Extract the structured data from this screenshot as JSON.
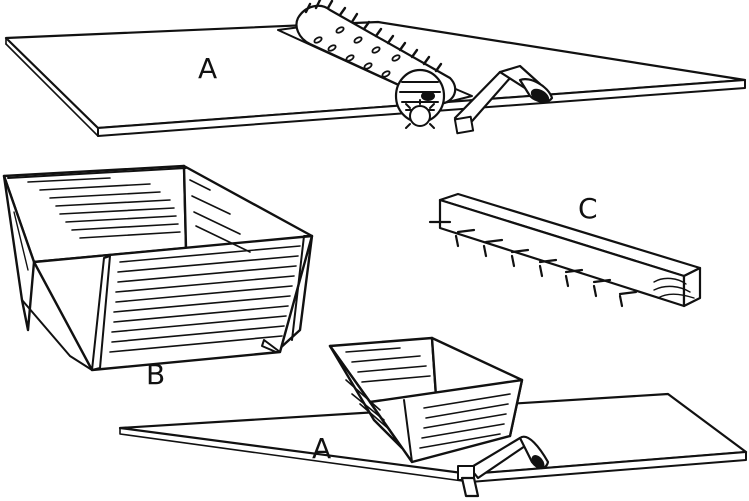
{
  "labels": {
    "board_top": "A",
    "box": "B",
    "strip": "C",
    "board_bottom": "A"
  },
  "colors": {
    "ink": "#111111",
    "paper": "#ffffff"
  }
}
